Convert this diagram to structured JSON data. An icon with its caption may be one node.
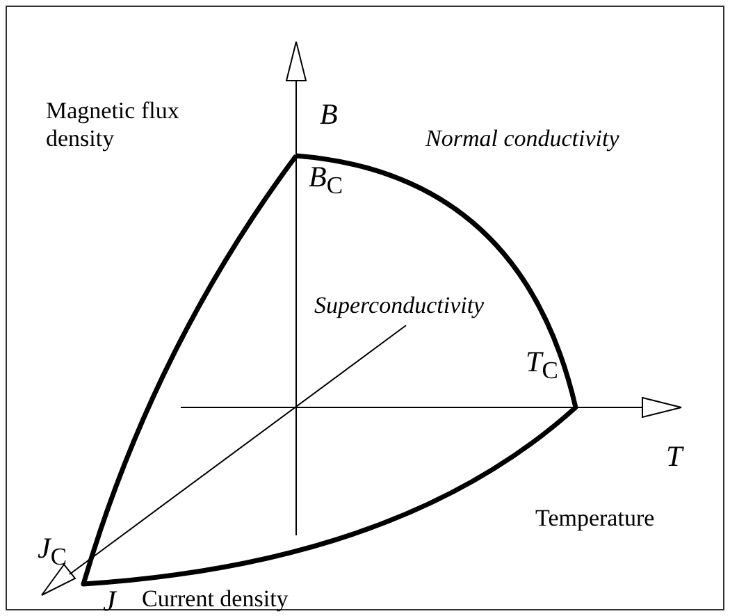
{
  "diagram": {
    "labels": [
      "Magnetic flux density",
      "B",
      "*B*$_{C}$",
      "Normal conductivity",
      "Superconductivity",
      "*T*$_{C}$",
      "T",
      "Temperature",
      "*J*$_{C}$",
      "J",
      "Current density"
    ]
  }
}
